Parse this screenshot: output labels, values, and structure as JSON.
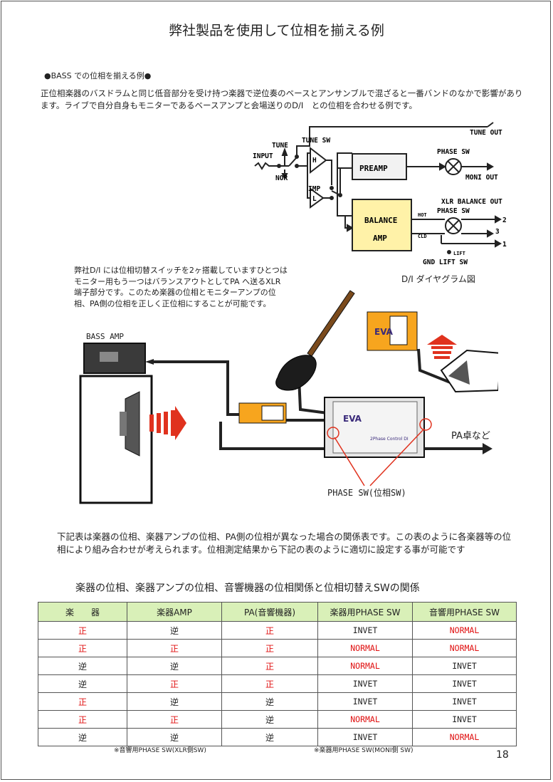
{
  "title": "弊社製品を使用して位相を揃える例",
  "section_heading": "●BASS での位相を揃える例●",
  "intro": "正位相楽器のバスドラムと同じ低音部分を受け持つ楽器で逆位奏のベースとアンサンブルで混ざると一番バンドのなかで影響があります。ライブで自分自身もモニターであるベースアンプと会場送りのD/I　との位相を合わせる例です。",
  "diagram": {
    "caption": "D/I ダイヤグラム図",
    "labels": {
      "tune": "TUNE",
      "tune_sw": "TUNE SW",
      "input": "INPUT",
      "nor": "NOR",
      "imp": "IMP",
      "h": "H",
      "l": "L",
      "preamp": "PREAMP",
      "phase_sw_top": "PHASE SW",
      "tune_out": "TUNE OUT",
      "moni_out": "MONI OUT",
      "xlr_balance_out": "XLR BALANCE OUT",
      "phase_sw_bottom": "PHASE SW",
      "balance": "BALANCE",
      "amp": "AMP",
      "hot": "HOT",
      "cld": "CLD",
      "pin2": "2",
      "pin3": "3",
      "pin1": "1",
      "lift": "LIFT",
      "gnd_lift_sw": "GND LIFT SW"
    }
  },
  "di_note": "弊社D/I には位相切替スイッチを2ヶ搭載していますひとつはモニター用もう一つはバランスアウトとしてPA へ送るXLR端子部分です。このため楽器の位相とモニターアンプの位相、PA側の位相を正しく正位相にすることが可能です。",
  "illustration": {
    "bass_amp": "BASS AMP",
    "pa": "PA卓など",
    "phase_callout": "PHASE SW(位相SW)",
    "device_brand": "EVA",
    "device_model": "2Phase Control DI"
  },
  "lower_text": "下記表は楽器の位相、楽器アンプの位相、PA側の位相が異なった場合の関係表です。この表のように各楽器等の位相により組み合わせが考えられます。位相測定結果から下記の表のように適切に設定する事が可能です",
  "table_title": "楽器の位相、楽器アンプの位相、音響機器の位相関係と位相切替えSWの関係",
  "table": {
    "headers": [
      "楽　　器",
      "楽器AMP",
      "PA(音響機器)",
      "楽器用PHASE SW",
      "音響用PHASE SW"
    ],
    "rows": [
      [
        "正",
        "逆",
        "正",
        "INVET",
        "NORMAL"
      ],
      [
        "正",
        "正",
        "正",
        "NORMAL",
        "NORMAL"
      ],
      [
        "逆",
        "逆",
        "正",
        "NORMAL",
        "INVET"
      ],
      [
        "逆",
        "正",
        "正",
        "INVET",
        "INVET"
      ],
      [
        "正",
        "逆",
        "逆",
        "INVET",
        "INVET"
      ],
      [
        "正",
        "正",
        "逆",
        "NORMAL",
        "INVET"
      ],
      [
        "逆",
        "逆",
        "逆",
        "INVET",
        "NORMAL"
      ]
    ],
    "red_values": [
      "正",
      "NORMAL"
    ],
    "red_color": "#e01010",
    "header_color": "#d9f0b8"
  },
  "footnotes": [
    "※音響用PHASE SW(XLR側SW)",
    "※楽器用PHASE SW(MONI側 SW)"
  ],
  "page_number": "18",
  "colors": {
    "preamp_fill": "#f2f2f2",
    "balance_fill": "#fff2a8",
    "di_box": "#f7a51e",
    "arrow_red": "#e0321e"
  }
}
